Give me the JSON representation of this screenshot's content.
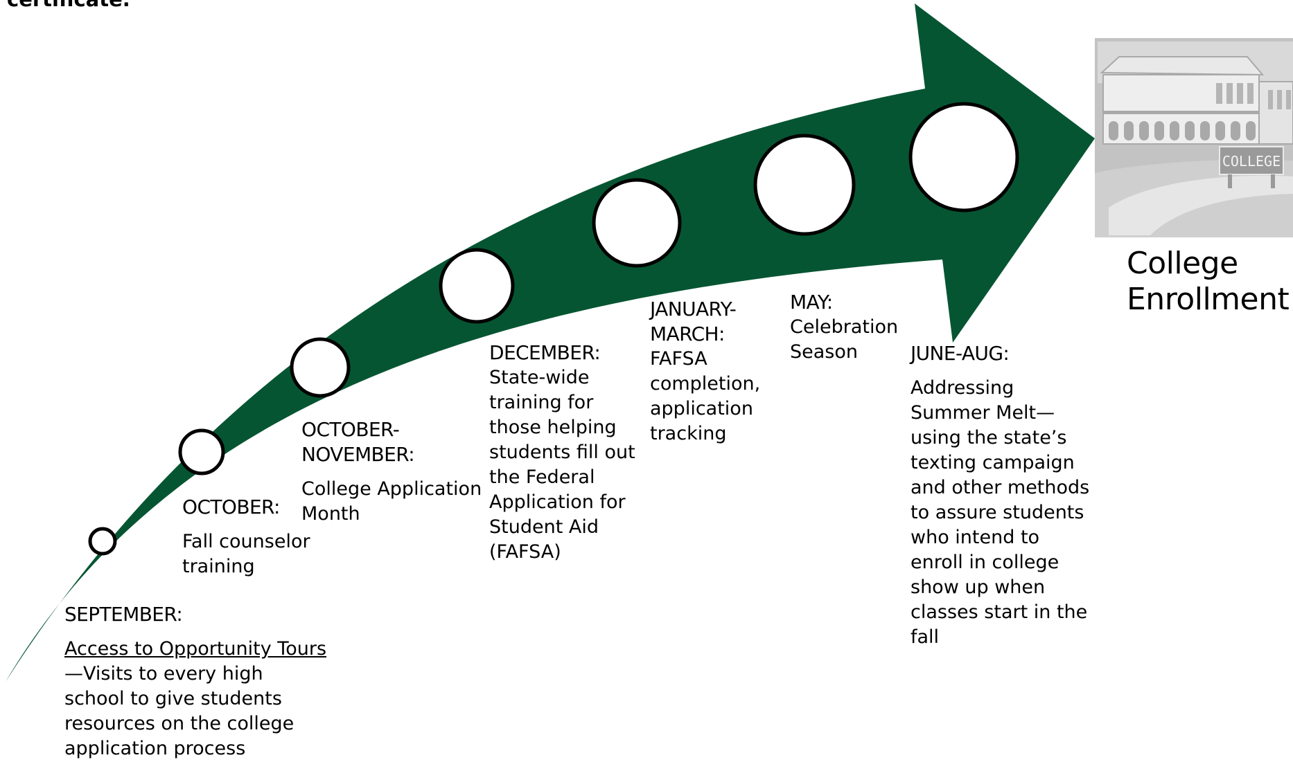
{
  "cropped_heading": "certificate.",
  "goal": {
    "line1": "College",
    "line2": "Enrollment",
    "sign_text": "COLLEGE"
  },
  "colors": {
    "arrow": "#065532",
    "image_gray": "#c3c3c3"
  },
  "milestones": [
    {
      "heading": "SEPTEMBER:",
      "body_underlined": "Access to Opportunity Tours",
      "body": "—Visits to every high school to give students resources on the college application process"
    },
    {
      "heading": "OCTOBER:",
      "body": "Fall counselor training"
    },
    {
      "heading": "OCTOBER-NOVEMBER:",
      "body": "College Application Month"
    },
    {
      "heading": "DECEMBER:",
      "body": "State-wide training for those helping students fill out the Federal Application for Student Aid (FAFSA)"
    },
    {
      "heading": "JANUARY-MARCH:",
      "body": "FAFSA completion, application tracking"
    },
    {
      "heading": "MAY:",
      "body": "Celebration Season"
    },
    {
      "heading": "JUNE-AUG:",
      "body": "Addressing Summer Melt—using the state’s texting campaign and other methods to assure students who intend to enroll in college show up when classes start in the fall"
    }
  ]
}
